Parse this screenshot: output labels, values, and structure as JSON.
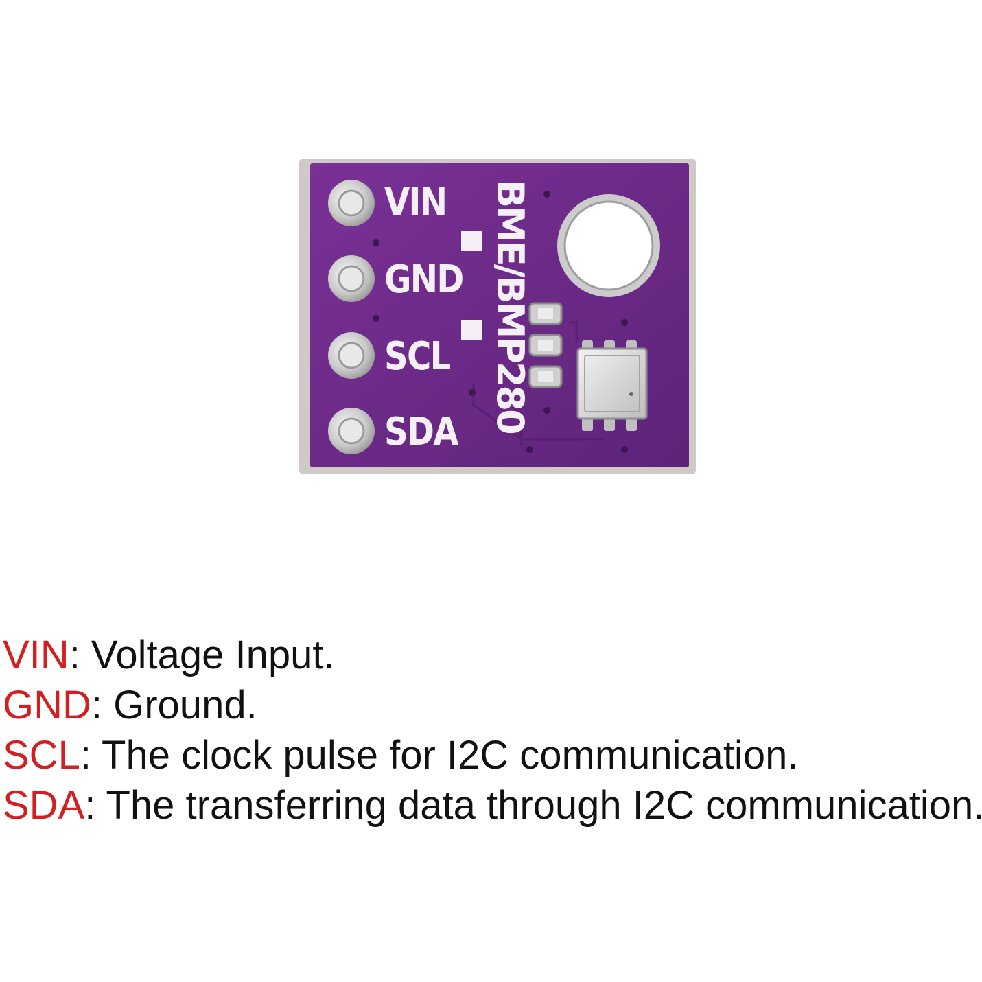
{
  "board": {
    "model": "BME/BMP280",
    "pcb_color": "#6b2a88",
    "pins": [
      {
        "label": "VIN"
      },
      {
        "label": "GND"
      },
      {
        "label": "SCL"
      },
      {
        "label": "SDA"
      }
    ]
  },
  "legend": [
    {
      "key": "VIN",
      "sep": ": ",
      "desc": "Voltage Input."
    },
    {
      "key": "GND",
      "sep": ": ",
      "desc": "Ground."
    },
    {
      "key": "SCL",
      "sep": ": ",
      "desc": "The clock pulse for I2C communication."
    },
    {
      "key": "SDA",
      "sep": ": ",
      "desc": "The transferring data through I2C communication."
    }
  ],
  "colors": {
    "key_red": "#d31f1f",
    "text": "#111111"
  }
}
